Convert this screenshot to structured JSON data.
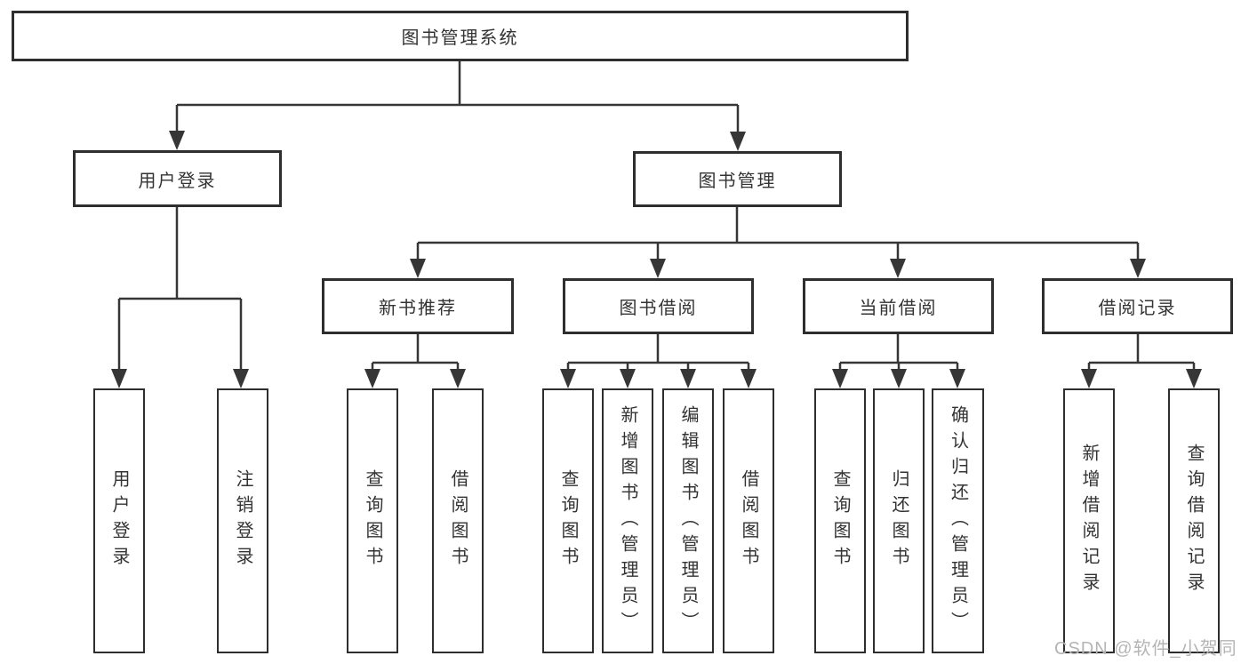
{
  "diagram_title": "图书管理系统",
  "tree": {
    "label": "图书管理系统",
    "children": [
      {
        "label": "用户登录",
        "children": [
          {
            "label": "用户登录"
          },
          {
            "label": "注销登录"
          }
        ]
      },
      {
        "label": "图书管理",
        "children": [
          {
            "label": "新书推荐",
            "children": [
              {
                "label": "查询图书"
              },
              {
                "label": "借阅图书"
              }
            ]
          },
          {
            "label": "图书借阅",
            "children": [
              {
                "label": "查询图书"
              },
              {
                "label": "新增图书（管理员）"
              },
              {
                "label": "编辑图书（管理员）"
              },
              {
                "label": "借阅图书"
              }
            ]
          },
          {
            "label": "当前借阅",
            "children": [
              {
                "label": "查询图书"
              },
              {
                "label": "归还图书"
              },
              {
                "label": "确认归还（管理员）"
              }
            ]
          },
          {
            "label": "借阅记录",
            "children": [
              {
                "label": "新增借阅记录"
              },
              {
                "label": "查询借阅记录"
              }
            ]
          }
        ]
      }
    ]
  },
  "watermark": "CSDN @软件_小贺同学",
  "colors": {
    "line": "#363636",
    "box_border": "#2e2e2e",
    "text": "#333333",
    "watermark": "#b5b5b5",
    "background": "#ffffff"
  }
}
